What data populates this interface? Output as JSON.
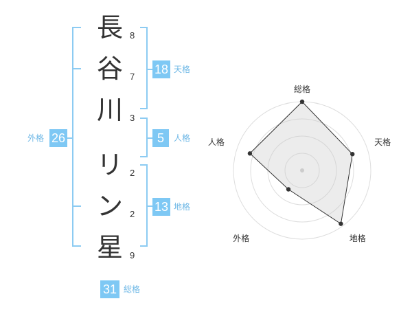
{
  "name": {
    "chars": [
      "長",
      "谷",
      "川",
      "リ",
      "ン",
      "星"
    ],
    "strokes": [
      "8",
      "7",
      "3",
      "2",
      "2",
      "9"
    ]
  },
  "fortunes": {
    "tenkaku": {
      "value": "18",
      "label": "天格"
    },
    "jinkaku": {
      "value": "5",
      "label": "人格"
    },
    "chikaku": {
      "value": "13",
      "label": "地格"
    },
    "gaikaku": {
      "value": "26",
      "label": "外格"
    },
    "soukaku": {
      "value": "31",
      "label": "総格"
    }
  },
  "colors": {
    "accent": "#7ec8f4",
    "label": "#6fb8e6",
    "bracket": "#8ccbf2"
  },
  "chart_data": {
    "type": "radar",
    "axes": [
      "総格",
      "天格",
      "地格",
      "外格",
      "人格"
    ],
    "values": [
      1.0,
      0.77,
      0.96,
      0.34,
      0.8
    ],
    "max": 1.0,
    "rings": 4,
    "grid": true
  }
}
